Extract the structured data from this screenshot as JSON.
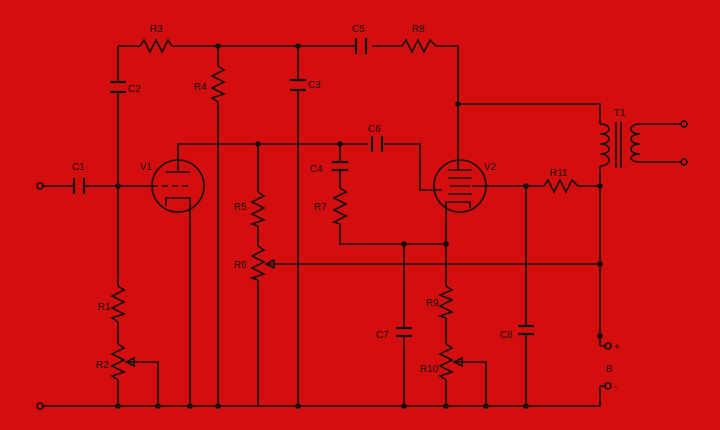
{
  "labels": {
    "r1": "R1",
    "r2": "R2",
    "r3": "R3",
    "r4": "R4",
    "r5": "R5",
    "r6": "R6",
    "r7": "R7",
    "r8": "R8",
    "r9": "R9",
    "r10": "R10",
    "r11": "R11",
    "c1": "C1",
    "c2": "C2",
    "c3": "C3",
    "c4": "C4",
    "c5": "C5",
    "c6": "C6",
    "c7": "C7",
    "c8": "C8",
    "v1": "V1",
    "v2": "V2",
    "t1": "T1",
    "plus": "+",
    "minus": "-",
    "b": "B"
  },
  "colors": {
    "background": "#d40e0e",
    "ink": "#111111"
  }
}
